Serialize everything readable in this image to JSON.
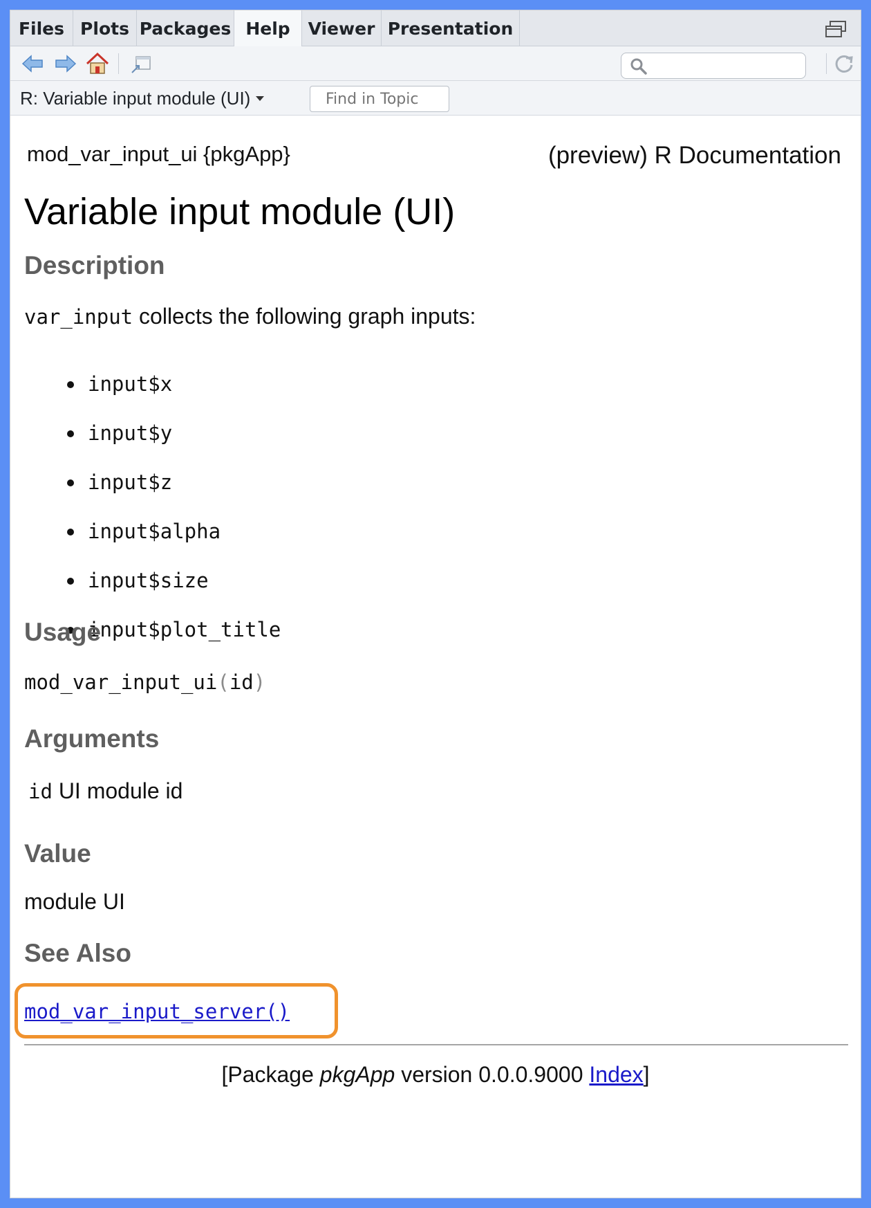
{
  "tabs": [
    {
      "label": "Files"
    },
    {
      "label": "Plots"
    },
    {
      "label": "Packages"
    },
    {
      "label": "Help"
    },
    {
      "label": "Viewer"
    },
    {
      "label": "Presentation"
    }
  ],
  "active_tab": "Help",
  "search": {
    "value": "",
    "placeholder": ""
  },
  "topic": {
    "label": "R: Variable input module (UI)",
    "find_placeholder": "Find in Topic"
  },
  "doc": {
    "header_left": "mod_var_input_ui {pkgApp}",
    "header_right": "(preview) R Documentation",
    "title": "Variable input module (UI)",
    "description": {
      "heading": "Description",
      "code": "var_input",
      "text": " collects the following graph inputs:",
      "items": [
        "input$x",
        "input$y",
        "input$z",
        "input$alpha",
        "input$size",
        "input$plot_title"
      ]
    },
    "usage": {
      "heading": "Usage",
      "fn": "mod_var_input_ui",
      "open": "(",
      "arg": "id",
      "close": ")"
    },
    "arguments": {
      "heading": "Arguments",
      "name": "id",
      "desc": " UI module id"
    },
    "value": {
      "heading": "Value",
      "text": "module UI"
    },
    "see_also": {
      "heading": "See Also",
      "link": "mod_var_input_server()"
    },
    "footer": {
      "prefix": "[Package ",
      "pkg": "pkgApp",
      "version": " version 0.0.0.9000 ",
      "index": "Index",
      "suffix": "]"
    }
  },
  "colors": {
    "accent_highlight": "#f0922d",
    "link": "#1a1ac9",
    "frame": "#5b8ff5"
  }
}
